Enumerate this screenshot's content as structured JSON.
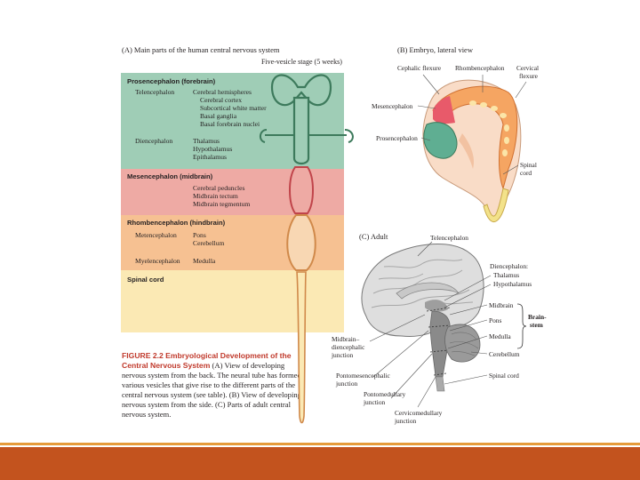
{
  "panel_a": {
    "title": "(A) Main parts of the human central nervous system",
    "stage_label": "Five-vesicle stage (5 weeks)",
    "prosencephalon": {
      "header": "Prosencephalon (forebrain)",
      "telencephalon": "Telencephalon",
      "telencephalon_items": [
        "Cerebral hemispheres",
        "Cerebral cortex",
        "Subcortical white matter",
        "Basal ganglia",
        "Basal forebrain nuclei"
      ],
      "diencephalon": "Diencephalon",
      "diencephalon_items": [
        "Thalamus",
        "Hypothalamus",
        "Epithalamus"
      ]
    },
    "mesencephalon": {
      "header": "Mesencephalon (midbrain)",
      "items": [
        "Cerebral peduncles",
        "Midbrain tectum",
        "Midbrain tegmentum"
      ]
    },
    "rhombencephalon": {
      "header": "Rhombencephalon (hindbrain)",
      "metencephalon": "Metencephalon",
      "metencephalon_items": [
        "Pons",
        "Cerebellum"
      ],
      "myelencephalon": "Myelencephalon",
      "myelencephalon_items": [
        "Medulla"
      ]
    },
    "spinal_cord": "Spinal cord"
  },
  "caption": {
    "title": "FIGURE 2.2 Embryological Development of the Central Nervous System",
    "body": "(A) View of developing nervous system from the back. The neural tube has formed various vesicles that give rise to the different parts of the central nervous system (see table). (B) View of developing nervous system from the side. (C) Parts of adult central nervous system."
  },
  "panel_b": {
    "title": "(B) Embryo, lateral view",
    "cephalic_flexure": "Cephalic flexure",
    "rhombencephalon": "Rhombencephalon",
    "cervical_flexure_1": "Cervical",
    "cervical_flexure_2": "flexure",
    "mesencephalon": "Mesencephalon",
    "prosencephalon": "Prosencephalon",
    "spinal_cord_1": "Spinal",
    "spinal_cord_2": "cord"
  },
  "panel_c": {
    "title": "(C) Adult",
    "telencephalon": "Telencephalon",
    "diencephalon": "Diencephalon:",
    "thalamus": "Thalamus",
    "hypothalamus": "Hypothalamus",
    "midbrain": "Midbrain",
    "pons": "Pons",
    "medulla": "Medulla",
    "brainstem_1": "Brain-",
    "brainstem_2": "stem",
    "cerebellum": "Cerebellum",
    "spinal_cord": "Spinal cord",
    "midbrain_diencephalic": [
      "Midbrain–",
      "diencephalic",
      "junction"
    ],
    "pontomesencephalic": [
      "Pontomesencephalic",
      "junction"
    ],
    "pontomedullary": [
      "Pontomedullary",
      "junction"
    ],
    "cervicomedullary": [
      "Cervicomedullary",
      "junction"
    ]
  },
  "colors": {
    "forebrain": "#9fcdb6",
    "midbrain": "#eeaaa4",
    "hindbrain": "#f6c192",
    "spinal": "#fbe9b4",
    "caption_title": "#c0392b",
    "footer": "#c3531e"
  }
}
